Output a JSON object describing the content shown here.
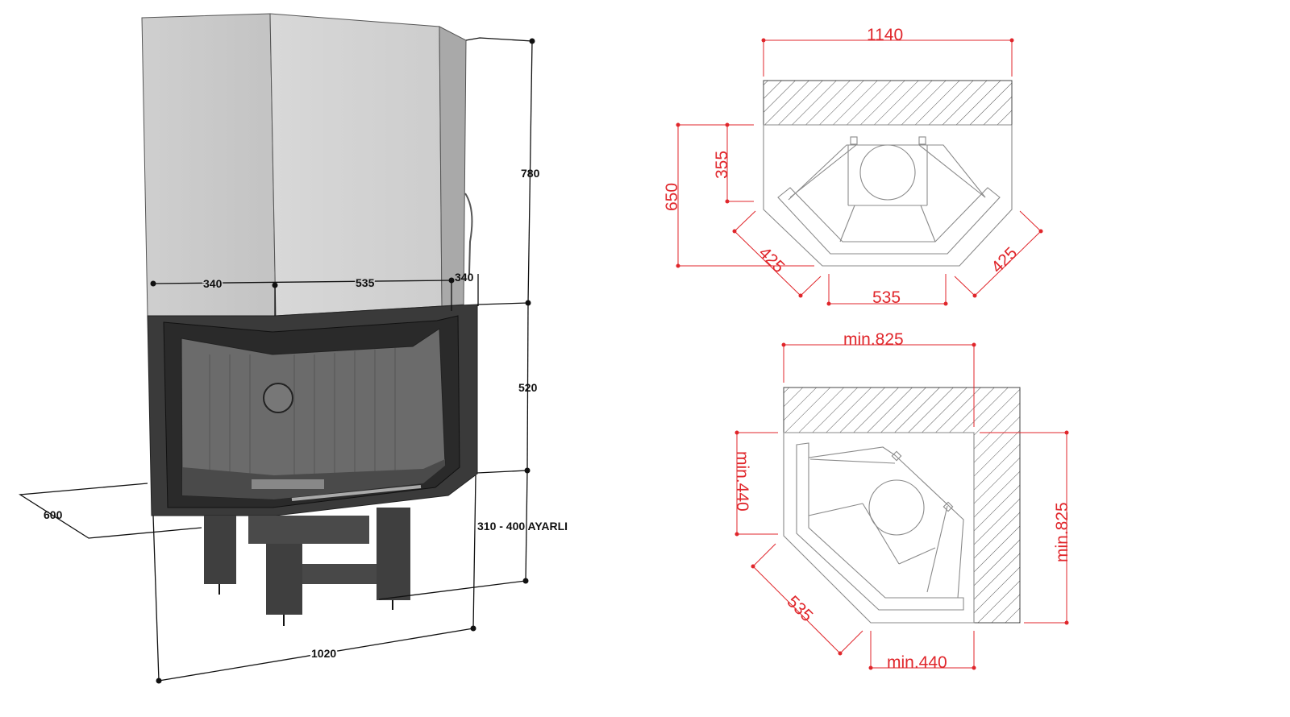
{
  "front_view": {
    "hood_height": "780",
    "width_left": "340",
    "width_front": "535",
    "width_right": "340",
    "firebox_height": "520",
    "depth": "600",
    "leg_height": "310 - 400 AYARLI",
    "total_width": "1020"
  },
  "plan_top": {
    "total_width": "1140",
    "total_depth": "650",
    "side_depth": "355",
    "diag_left": "425",
    "diag_right": "425",
    "front_width": "535"
  },
  "plan_bottom": {
    "wall_width": "min.825",
    "side_left": "min.440",
    "wall_height": "min.825",
    "diag": "535",
    "bottom": "min.440"
  },
  "colors": {
    "dimension_red": "#e0262b",
    "hood_gray": "#c9c9c9",
    "body_dark": "#3a3a3a"
  }
}
